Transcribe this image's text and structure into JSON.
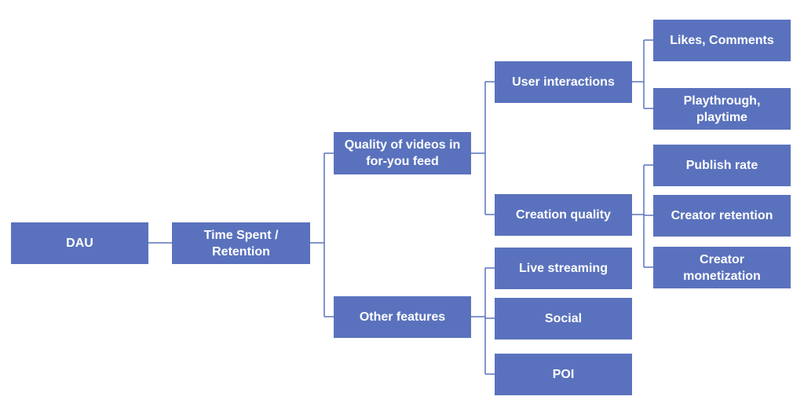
{
  "colors": {
    "node_fill": "#5a72bd",
    "node_text": "#ffffff",
    "connector": "#5a72bd"
  },
  "nodes": {
    "dau": "DAU",
    "time_spent": "Time Spent /\nRetention",
    "quality_videos": "Quality of videos in\nfor-you feed",
    "other_features": "Other features",
    "user_interactions": "User interactions",
    "creation_quality": "Creation quality",
    "live_streaming": "Live streaming",
    "social": "Social",
    "poi": "POI",
    "likes_comments": "Likes, Comments",
    "playthrough": "Playthrough,\nplaytime",
    "publish_rate": "Publish rate",
    "creator_retention": "Creator retention",
    "creator_monetization": "Creator\nmonetization"
  }
}
